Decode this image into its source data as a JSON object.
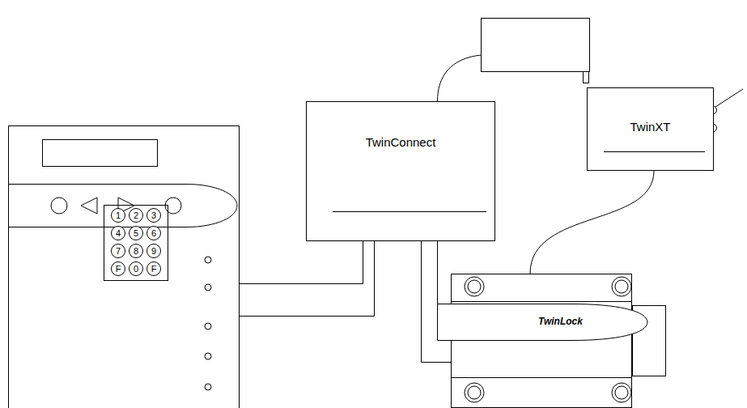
{
  "diagram": {
    "nodes": [
      {
        "text": [
          "1"
        ]
      },
      {
        "text": [
          "2"
        ]
      },
      {
        "text": [
          "3"
        ]
      },
      {
        "text": [
          "4"
        ]
      },
      {
        "text": [
          "5"
        ]
      },
      {
        "text": [
          "6"
        ]
      },
      {
        "text": [
          "7"
        ]
      },
      {
        "text": [
          "8"
        ]
      },
      {
        "text": [
          "9"
        ]
      },
      {
        "text": [
          "F"
        ]
      },
      {
        "text": [
          "0"
        ]
      },
      {
        "text": [
          "F"
        ]
      },
      {
        "text": [
          "TwinConnect"
        ]
      },
      {
        "text": [
          "TwinXT"
        ]
      },
      {
        "text": [
          "TwinLock"
        ]
      }
    ],
    "edges": [
      {
        "from": 12,
        "to": 14,
        "arrow": "none"
      },
      {
        "from": 12,
        "to": 14,
        "arrow": "none"
      },
      {
        "from": 13,
        "to": 14,
        "arrow": "none"
      }
    ]
  }
}
